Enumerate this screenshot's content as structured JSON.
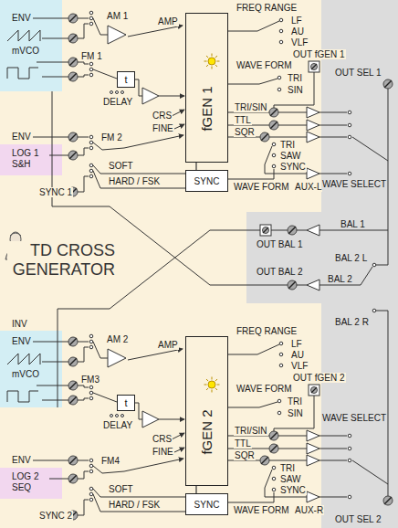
{
  "diagram": {
    "title": "TD CROSS GENERATOR",
    "nodes": [
      {
        "text": [
          "ENV",
          "mVCO"
        ]
      },
      {
        "text": [
          "fGEN 1"
        ]
      },
      {
        "text": [
          "t"
        ]
      },
      {
        "text": [
          "LOG 1 S&H"
        ]
      },
      {
        "text": [
          "SYNC"
        ]
      },
      {
        "text": [
          "ENV",
          "mVCO"
        ]
      },
      {
        "text": [
          "fGEN 2"
        ]
      },
      {
        "text": [
          "t"
        ]
      },
      {
        "text": [
          "LOG 2 SEQ"
        ]
      },
      {
        "text": [
          "SYNC"
        ]
      }
    ],
    "edges": [
      {
        "from": 4,
        "to": 1,
        "arrow": "none"
      },
      {
        "from": 9,
        "to": 6,
        "arrow": "none"
      }
    ],
    "labels": [
      "AM 1",
      "AMP",
      "FM 1",
      "CRS",
      "FINE",
      "DELAY",
      "ENV",
      "FM 2",
      "SOFT",
      "HARD / FSK",
      "SYNC 1",
      "FREQ RANGE",
      "LF",
      "AU",
      "VLF",
      "WAVE FORM",
      "TRI",
      "SIN",
      "OUT fGEN 1",
      "OUT SEL 1",
      "TRI/SIN",
      "TTL",
      "SQR",
      "TRI",
      "SAW",
      "SYNC",
      "WAVE FORM",
      "AUX-L",
      "WAVE SELECT",
      "OUT BAL 1",
      "BAL 1",
      "OUT BAL 2",
      "BAL 2 L",
      "BAL 2",
      "BAL 2 R",
      "INV",
      "AM 2",
      "AMP",
      "FM3",
      "CRS",
      "FINE",
      "DELAY",
      "FREQ RANGE",
      "LF",
      "AU",
      "VLF",
      "WAVE FORM",
      "TRI",
      "SIN",
      "OUT fGEN 2",
      "WAVE SELECT",
      "TRI/SIN",
      "TTL",
      "SQR",
      "ENV",
      "FM4",
      "TRI",
      "SAW",
      "SYNC",
      "SOFT",
      "HARD / FSK",
      "WAVE FORM",
      "AUX-R",
      "SYNC 2",
      "OUT SEL 2"
    ]
  }
}
